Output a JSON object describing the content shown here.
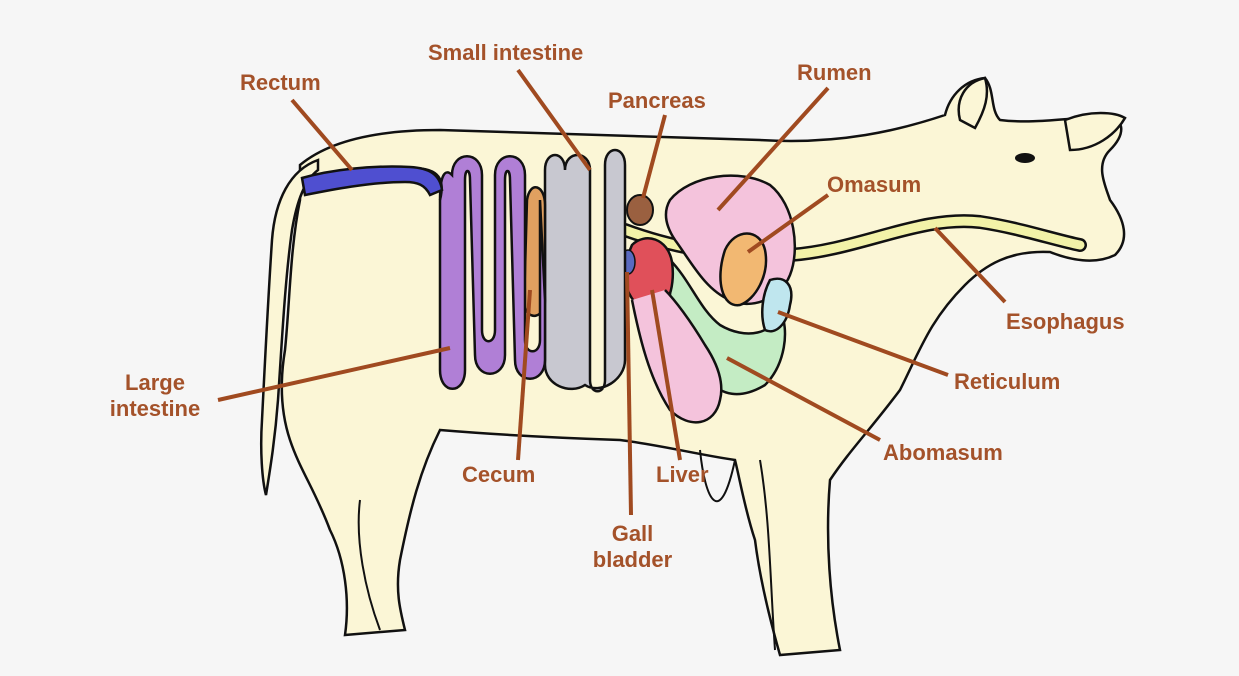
{
  "labels": {
    "rectum": "Rectum",
    "small_intestine": "Small intestine",
    "pancreas": "Pancreas",
    "rumen": "Rumen",
    "omasum": "Omasum",
    "esophagus": "Esophagus",
    "reticulum": "Reticulum",
    "abomasum": "Abomasum",
    "large_intestine_line1": "Large",
    "large_intestine_line2": "intestine",
    "cecum": "Cecum",
    "liver": "Liver",
    "gall_bladder_line1": "Gall",
    "gall_bladder_line2": "bladder"
  },
  "colors": {
    "background": "#f6f6f6",
    "body_fill": "#fbf6d6",
    "outline": "#111111",
    "label_text": "#a4522a",
    "leader_line": "#a04a20",
    "rectum": "#4f4fd0",
    "large_intestine": "#b07fd6",
    "small_intestine": "#c8c8d0",
    "cecum": "#e0a060",
    "pancreas": "#9a6040",
    "rumen": "#f4c3dc",
    "omasum": "#f2b872",
    "reticulum": "#bfe6ee",
    "abomasum": "#c4ecc4",
    "liver": "#e0505a",
    "esophagus": "#f2f2a8"
  }
}
